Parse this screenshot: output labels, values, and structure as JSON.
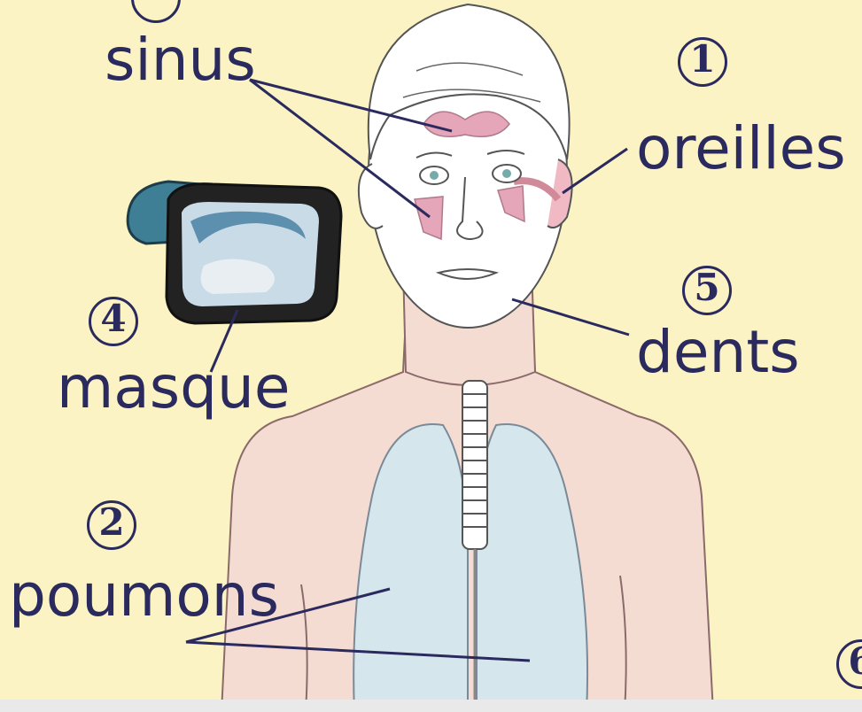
{
  "colors": {
    "background": "#fbf3c3",
    "skin": "#f5dcd3",
    "face": "#ffffff",
    "lungs": "#d5e6ec",
    "sinus": "#e4a6b8",
    "ink": "#2b2a5e",
    "mask_strap": "#3f7f95"
  },
  "labels": {
    "sinus": "sinus",
    "oreilles": "oreilles",
    "dents": "dents",
    "masque": "masque",
    "poumons": "poumons"
  },
  "numbers": {
    "oreilles": "1",
    "poumons": "2",
    "masque": "4",
    "dents": "5",
    "partial_right": "6"
  },
  "icons": {
    "mask": "diving-mask-icon"
  }
}
